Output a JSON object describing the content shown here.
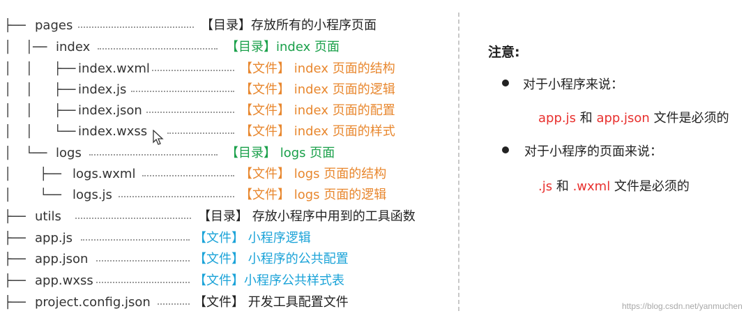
{
  "tree": [
    {
      "branch": "├── ",
      "name": "pages",
      "desc": "【目录】存放所有的小程序页面",
      "color": "black"
    },
    {
      "branch": "│  │── ",
      "name": "index",
      "desc": "【目录】index 页面",
      "color": "green"
    },
    {
      "branch": "│  │   ├── ",
      "name": "index.wxml",
      "desc": "【文件】 index 页面的结构",
      "color": "orange"
    },
    {
      "branch": "│  │   ├── ",
      "name": "index.js",
      "desc": "【文件】 index 页面的逻辑",
      "color": "orange"
    },
    {
      "branch": "│  │   ├── ",
      "name": "index.json",
      "desc": "【文件】 index 页面的配置",
      "color": "orange"
    },
    {
      "branch": "│  │   └── ",
      "name": "index.wxss",
      "desc": "【文件】 index 页面的样式",
      "color": "orange"
    },
    {
      "branch": "│  └── ",
      "name": "logs",
      "desc": "【目录】 logs 页面",
      "color": "green"
    },
    {
      "branch": "│    ├── ",
      "name": "logs.wxml",
      "desc": "【文件】 logs 页面的结构",
      "color": "orange"
    },
    {
      "branch": "│    └── ",
      "name": "logs.js",
      "desc": "【文件】 logs 页面的逻辑",
      "color": "orange"
    },
    {
      "branch": "├── ",
      "name": "utils",
      "desc": "【目录】 存放小程序中用到的工具函数",
      "color": "black"
    },
    {
      "branch": "├── ",
      "name": "app.js",
      "desc": "【文件】 小程序逻辑",
      "color": "blue"
    },
    {
      "branch": "├── ",
      "name": "app.json",
      "desc": "【文件】 小程序的公共配置",
      "color": "blue"
    },
    {
      "branch": "├── ",
      "name": "app.wxss",
      "desc": "【文件】小程序公共样式表",
      "color": "blue"
    },
    {
      "branch": "├── ",
      "name": "project.config.json",
      "desc": "【文件】 开发工具配置文件",
      "color": "black"
    }
  ],
  "notes": {
    "title": "注意:",
    "item1": "对于小程序来说：",
    "item1_a": "app.js",
    "item1_and": " 和 ",
    "item1_b": "app.json",
    "item1_suffix": " 文件是必须的",
    "item2": "对于小程序的页面来说：",
    "item2_a": ".js",
    "item2_and": " 和 ",
    "item2_b": ".wxml",
    "item2_suffix": " 文件是必须的"
  },
  "watermark": "https://blog.csdn.net/yanmuchen",
  "colors": {
    "green": "#1aa04a",
    "orange": "#e8872e",
    "blue": "#1ba3d8",
    "red": "#e8302e"
  }
}
